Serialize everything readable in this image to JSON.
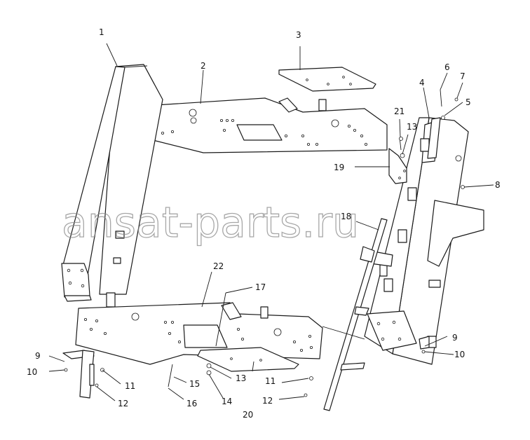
{
  "watermark": "ansat-parts.ru",
  "labels": {
    "l1": "1",
    "l2": "2",
    "l3": "3",
    "l4": "4",
    "l5": "5",
    "l6": "6",
    "l7": "7",
    "l8": "8",
    "l9a": "9",
    "l9b": "9",
    "l10a": "10",
    "l10b": "10",
    "l11a": "11",
    "l11b": "11",
    "l12a": "12",
    "l12b": "12",
    "l13a": "13",
    "l13b": "13",
    "l14": "14",
    "l15": "15",
    "l16": "16",
    "l17": "17",
    "l18": "18",
    "l19": "19",
    "l20": "20",
    "l21": "21",
    "l22": "22"
  },
  "colors": {
    "line": "#1a1a1a",
    "watermark": "#8a8a8a",
    "background": "#ffffff"
  }
}
